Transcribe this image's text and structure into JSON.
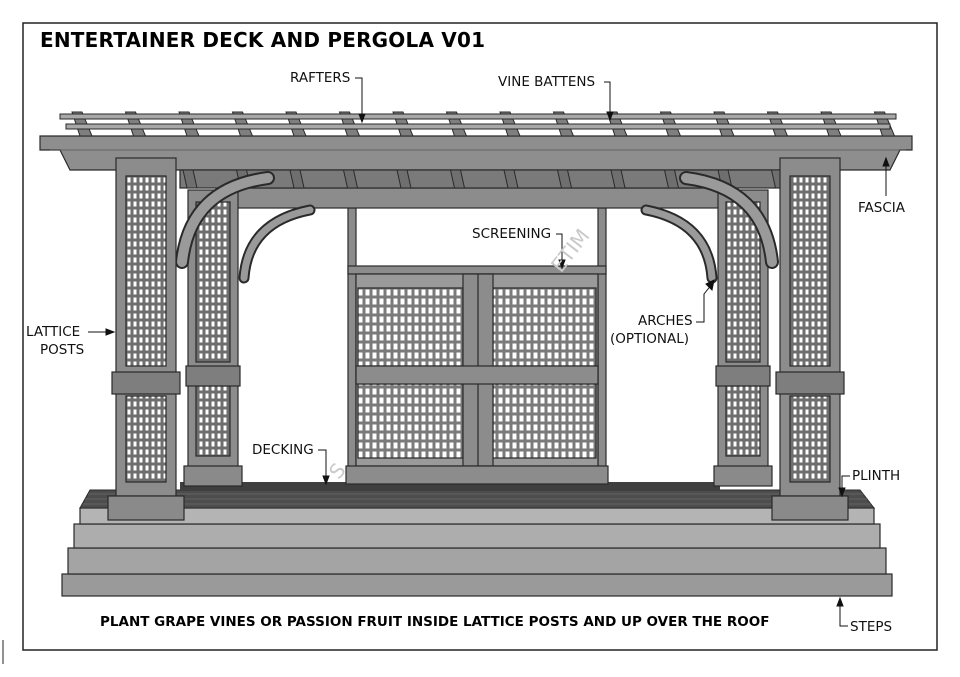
{
  "title": "ENTERTAINER DECK AND PERGOLA V01",
  "labels": {
    "rafters": "RAFTERS",
    "vine_battens": "VINE BATTENS",
    "fascia": "FASCIA",
    "screening": "SCREENING",
    "lattice_line1": "LATTICE",
    "lattice_line2": "POSTS",
    "arches_line1": "ARCHES",
    "arches_line2": "(OPTIONAL)",
    "decking": "DECKING",
    "plinth": "PLINTH",
    "steps": "STEPS"
  },
  "caption": "PLANT GRAPE VINES OR PASSION FRUIT INSIDE LATTICE POSTS AND UP OVER THE ROOF",
  "watermark": {
    "text_left": "S",
    "text_right": "ETIM"
  },
  "colors": {
    "timber": "#8c8c8c",
    "timber_light": "#a6a6a6",
    "timber_dark": "#5f5f5f",
    "outline": "#2a2a2a",
    "deck": "#4a4a4a",
    "paper": "#ffffff"
  }
}
